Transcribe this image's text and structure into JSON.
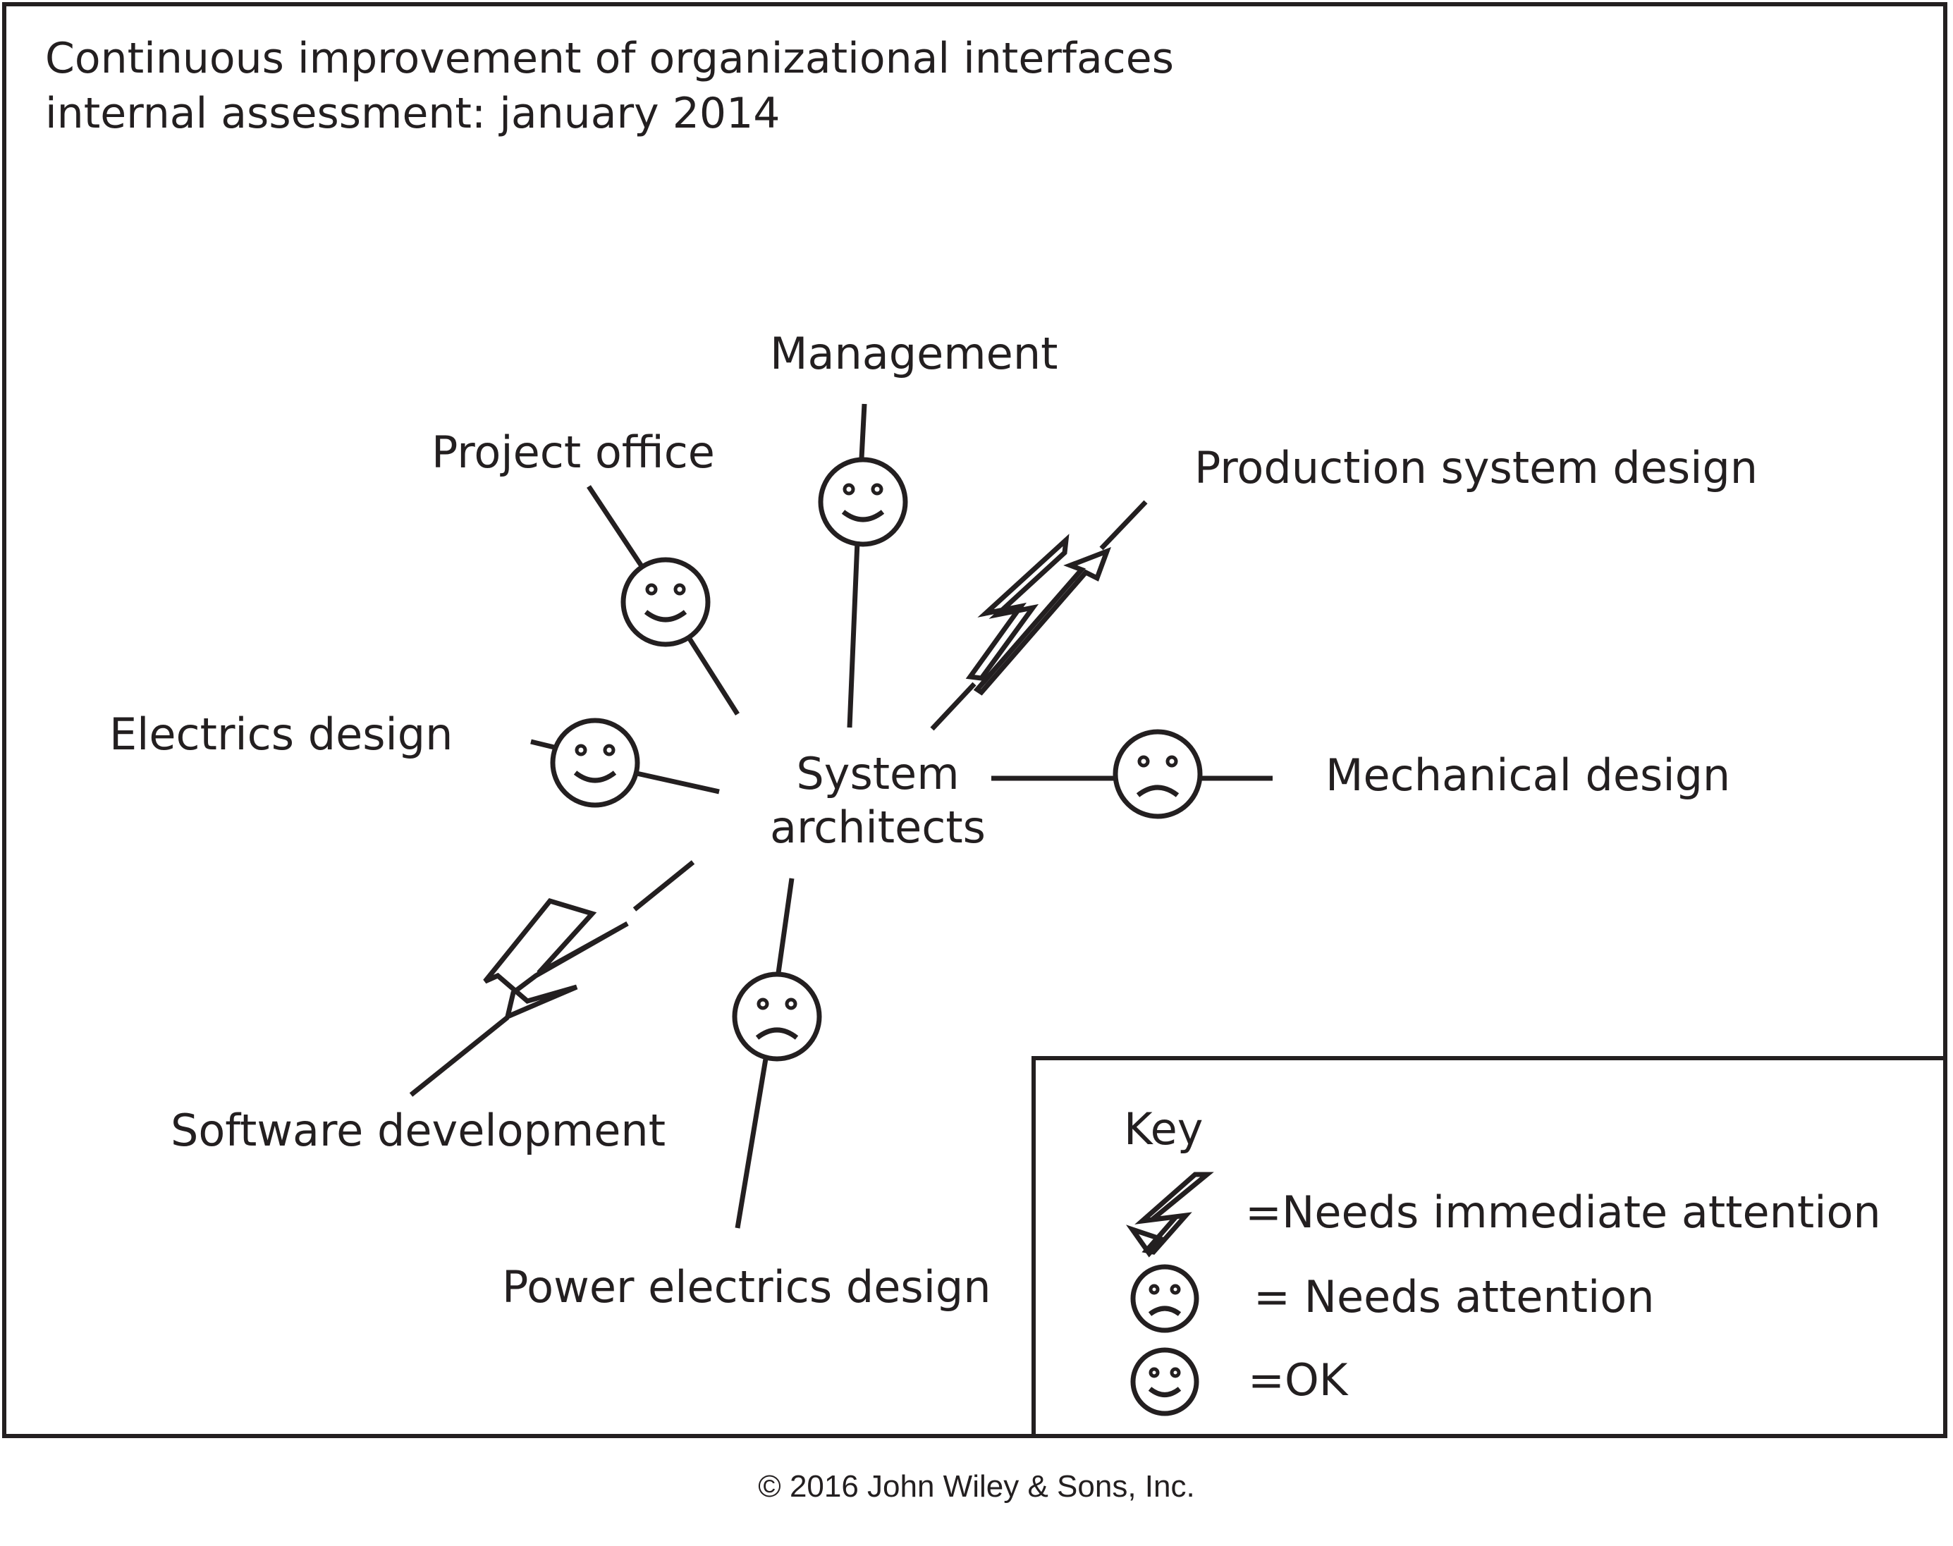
{
  "title": {
    "line1": "Continuous improvement of organizational interfaces",
    "line2": "internal assessment: january 2014"
  },
  "center": {
    "line1": "System",
    "line2": "architects"
  },
  "nodes": [
    {
      "label": "Management",
      "status": "ok"
    },
    {
      "label": "Production system design",
      "status": "needs-immediate-attention"
    },
    {
      "label": "Mechanical design",
      "status": "needs-attention"
    },
    {
      "label": "Power electrics design",
      "status": "needs-attention"
    },
    {
      "label": "Software development",
      "status": "needs-immediate-attention"
    },
    {
      "label": "Electrics design",
      "status": "ok"
    },
    {
      "label": "Project office",
      "status": "ok"
    }
  ],
  "key": {
    "heading": "Key",
    "items": [
      {
        "icon": "lightning-icon",
        "text": "=Needs immediate attention"
      },
      {
        "icon": "sad-face-icon",
        "text": "= Needs attention"
      },
      {
        "icon": "smiley-face-icon",
        "text": "=OK"
      }
    ]
  },
  "copyright": "© 2016 John Wiley & Sons, Inc.",
  "colors": {
    "ink": "#231f20",
    "background": "#ffffff"
  }
}
